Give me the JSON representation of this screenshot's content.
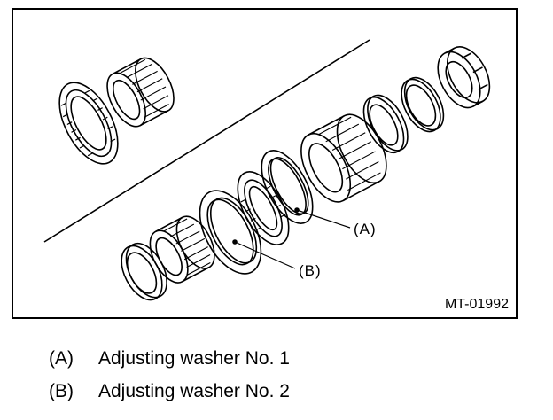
{
  "figure": {
    "code": "MT-01992",
    "callouts": [
      {
        "letter": "(A)",
        "part": "Adjusting washer No. 1"
      },
      {
        "letter": "(B)",
        "part": "Adjusting washer No. 2"
      }
    ]
  },
  "legend": [
    {
      "key": "(A)",
      "text": "Adjusting washer No. 1"
    },
    {
      "key": "(B)",
      "text": "Adjusting washer No. 2"
    }
  ]
}
